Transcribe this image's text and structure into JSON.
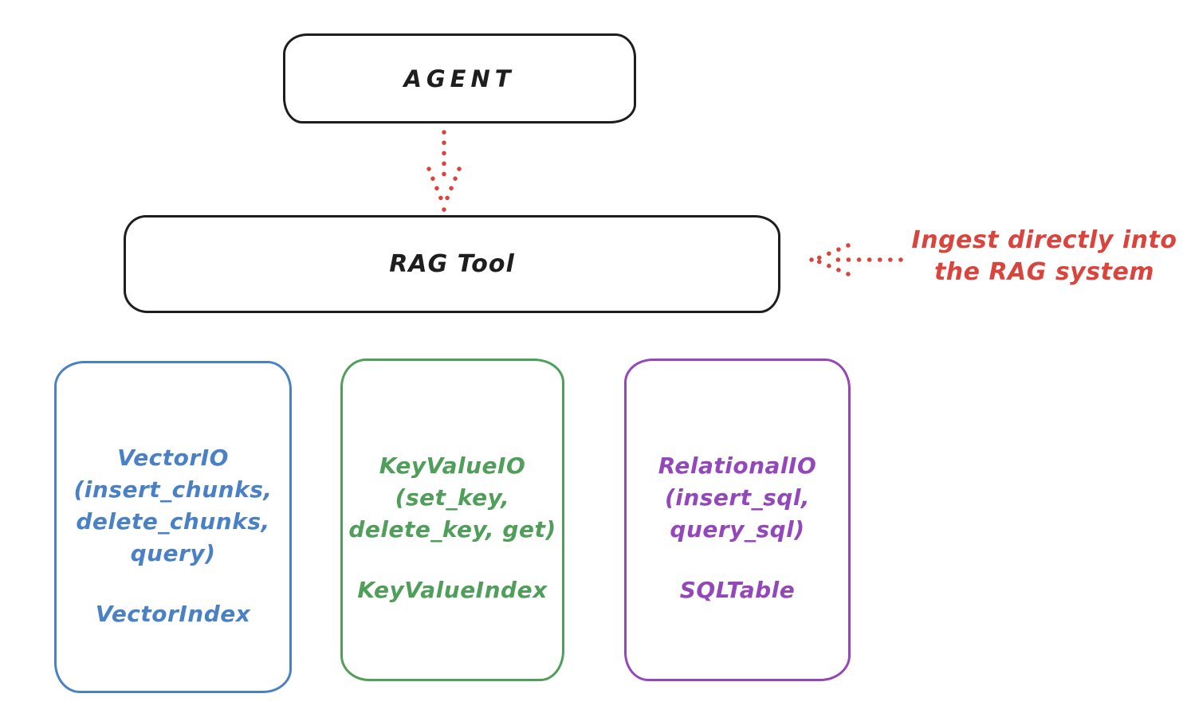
{
  "colors": {
    "ink": "#1e1e1e",
    "red": "#d9453c",
    "blue": "#4a80c6",
    "green": "#4f9e59",
    "purple": "#9347ba",
    "background": "#ffffff"
  },
  "agent_box": {
    "label": "AGENT"
  },
  "rag_tool_box": {
    "label": "RAG Tool"
  },
  "ingest_annotation": {
    "line1": "Ingest directly into",
    "line2": "the RAG system"
  },
  "backend_boxes": [
    {
      "name": "vector-io",
      "color": "#4a80c6",
      "lines": [
        "VectorIO",
        "(insert_chunks,",
        "delete_chunks,",
        "query)"
      ],
      "index_label": "VectorIndex"
    },
    {
      "name": "key-value-io",
      "color": "#4f9e59",
      "lines": [
        "KeyValueIO",
        "(set_key,",
        "delete_key, get)"
      ],
      "index_label": "KeyValueIndex"
    },
    {
      "name": "relational-io",
      "color": "#9347ba",
      "lines": [
        "RelationalIO",
        "(insert_sql,",
        "query_sql)"
      ],
      "index_label": "SQLTable"
    }
  ]
}
